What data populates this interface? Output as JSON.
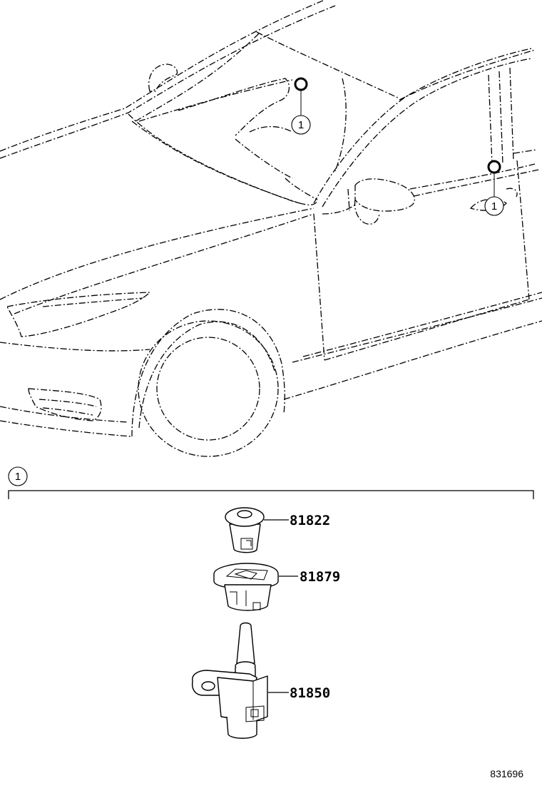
{
  "car_callouts": [
    {
      "label": "1"
    },
    {
      "label": "1"
    }
  ],
  "section": {
    "callout": "1"
  },
  "parts": [
    {
      "number": "81822"
    },
    {
      "number": "81879"
    },
    {
      "number": "81850"
    }
  ],
  "diagram_id": "831696"
}
